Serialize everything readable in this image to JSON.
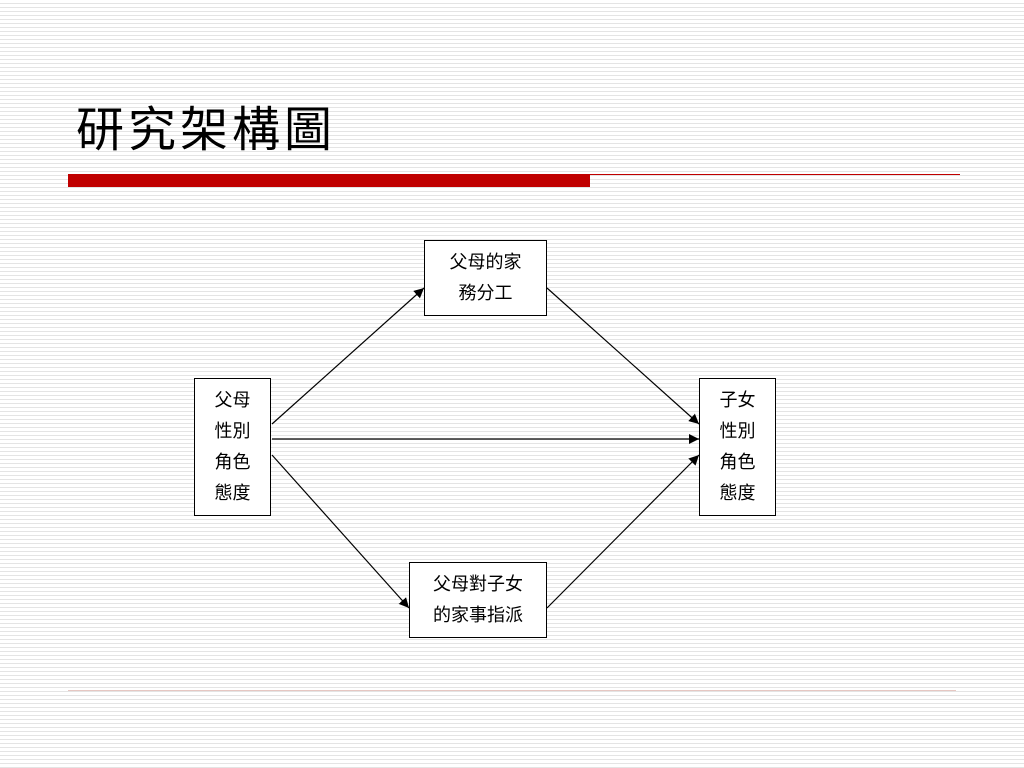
{
  "title": "研究架構圖",
  "nodes": {
    "parent_gender_role": {
      "lines": [
        "父母",
        "性別",
        "角色",
        "態度"
      ]
    },
    "housework_division": {
      "lines": [
        "父母的家",
        "務分工"
      ]
    },
    "chore_assignment": {
      "lines": [
        "父母對子女",
        "的家事指派"
      ]
    },
    "child_gender_role": {
      "lines": [
        "子女",
        "性別",
        "角色",
        "態度"
      ]
    }
  },
  "edges": [
    {
      "from": "parent_gender_role",
      "to": "housework_division"
    },
    {
      "from": "parent_gender_role",
      "to": "child_gender_role"
    },
    {
      "from": "parent_gender_role",
      "to": "chore_assignment"
    },
    {
      "from": "housework_division",
      "to": "child_gender_role"
    },
    {
      "from": "chore_assignment",
      "to": "child_gender_role"
    }
  ],
  "colors": {
    "accent": "#c00000",
    "stripe": "#e4e4e4"
  }
}
